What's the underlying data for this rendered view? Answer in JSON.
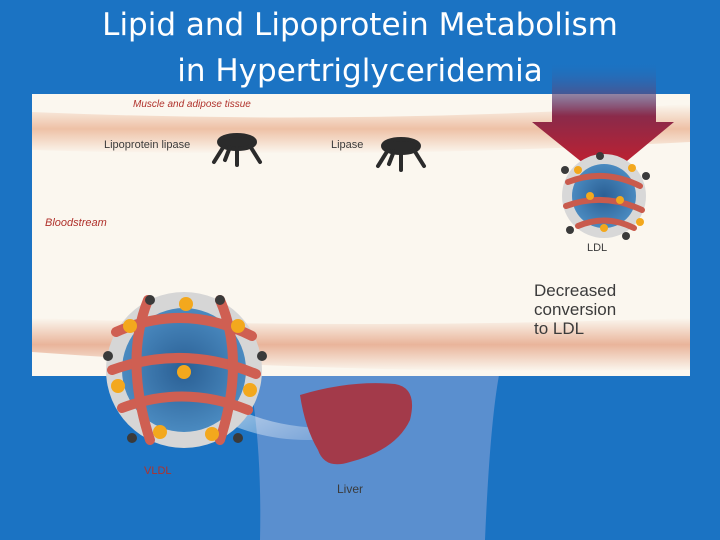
{
  "slide": {
    "title_line1": "Lipid and Lipoprotein Metabolism",
    "title_line2": "in Hypertriglyceridemia"
  },
  "labels": {
    "muscle": "Muscle and adipose tissue",
    "lipoprotein_lipase": "Lipoprotein lipase",
    "lipase": "Lipase",
    "bloodstream": "Bloodstream",
    "ldl": "LDL",
    "decreased_line1": "Decreased",
    "decreased_line2": "conversion",
    "decreased_line3": "to LDL",
    "vldl": "VLDL",
    "liver": "Liver"
  },
  "colors": {
    "background": "#1b73c3",
    "panel": "#fbf7ef",
    "vessel_band": "#e8b9a0",
    "label_red": "#b0322c",
    "label_dark": "#3b3b3b",
    "arrow_red": "#c0262d",
    "liver": "#a33a4a",
    "body_silhouette": "#5a8fcf"
  }
}
